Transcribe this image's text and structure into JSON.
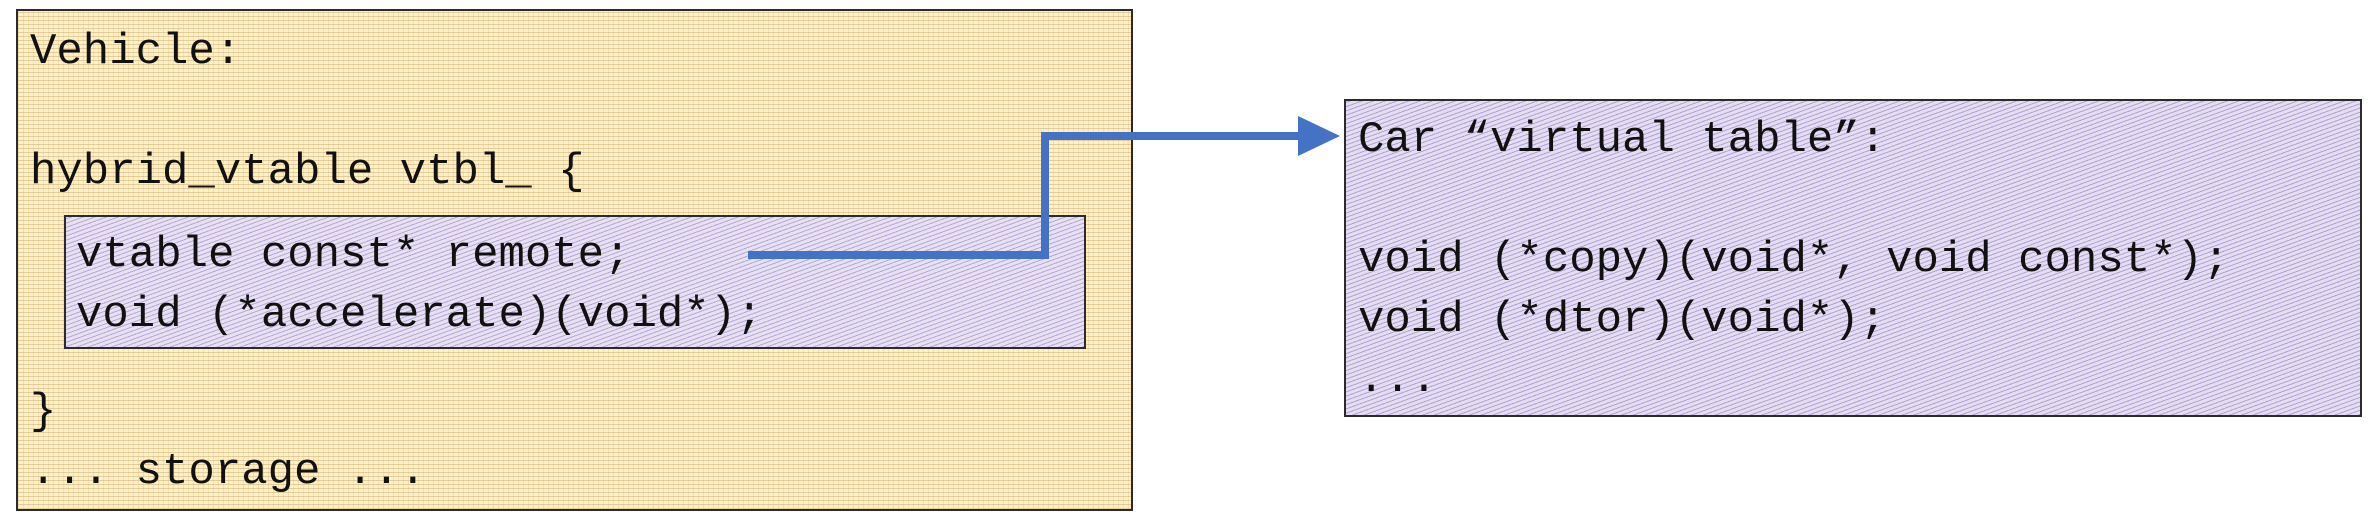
{
  "vehicle": {
    "title": "Vehicle:",
    "open_line": "hybrid_vtable vtbl_ {",
    "remote_line": "vtable const* remote;",
    "accelerate_line": "void (*accelerate)(void*);",
    "close_line": "}",
    "storage_line": "... storage ..."
  },
  "vtable": {
    "title": "Car “virtual table”:",
    "copy_line": "void (*copy)(void*, void const*);",
    "dtor_line": "void (*dtor)(void*);",
    "ellipsis_line": "..."
  },
  "colors": {
    "arrow": "#4472c4",
    "vehicle_fill": "#fdf1c9",
    "vtable_fill": "#e5def1"
  }
}
